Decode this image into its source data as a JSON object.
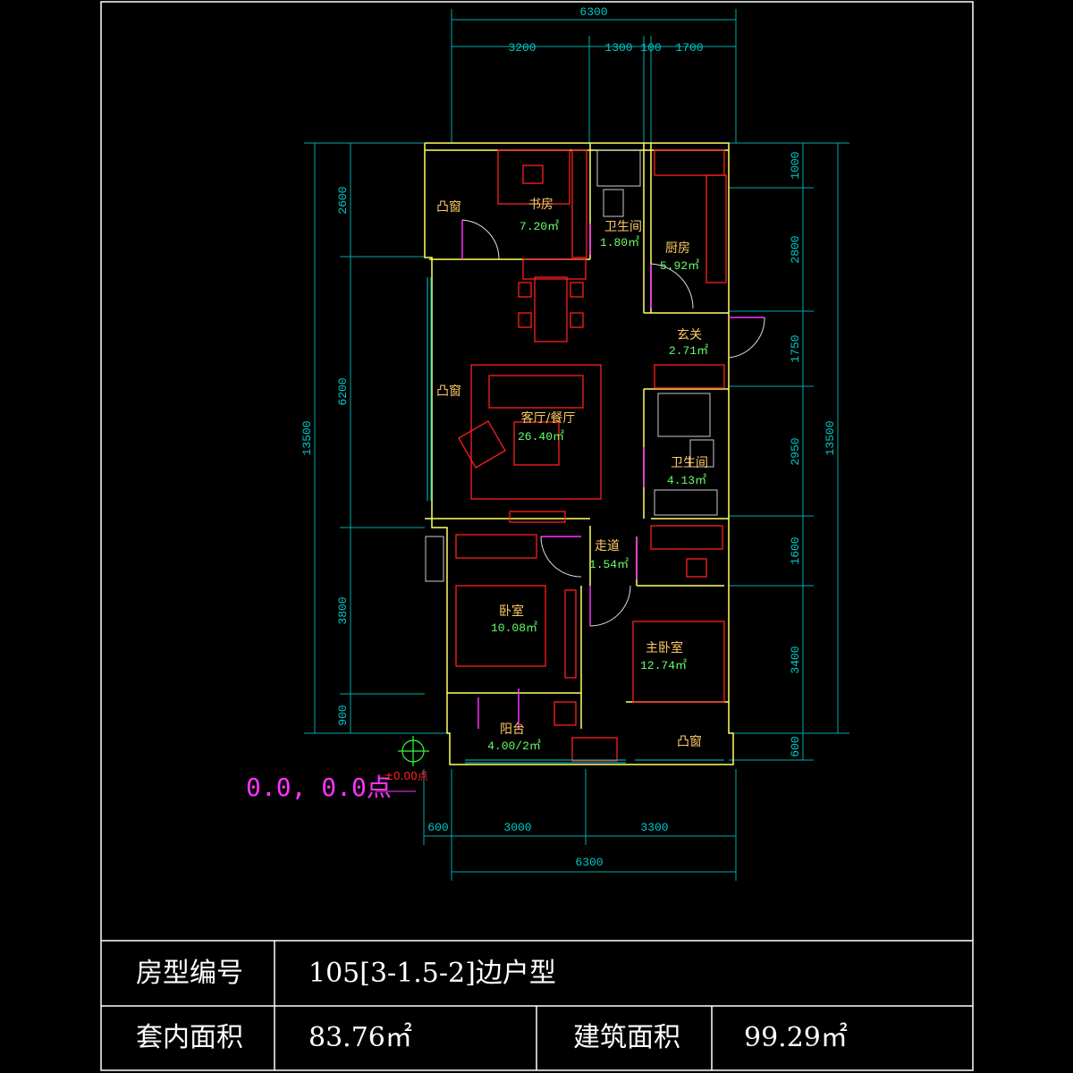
{
  "dimensions": {
    "top_total": "6300",
    "top_segments": [
      "3200",
      "1300",
      "100",
      "1700"
    ],
    "bottom_total": "6300",
    "bottom_segments": [
      "600",
      "3000",
      "3300"
    ],
    "left_total": "13500",
    "left_segments": [
      "2600",
      "6200",
      "3800",
      "900"
    ],
    "right_total": "13500",
    "right_segments": [
      "1000",
      "2800",
      "1750",
      "2950",
      "1600",
      "3400",
      "600"
    ]
  },
  "rooms": {
    "study": {
      "name": "书房",
      "area": "7.20㎡"
    },
    "wc_small": {
      "name": "卫生间",
      "area": "1.80㎡"
    },
    "kitchen": {
      "name": "厨房",
      "area": "5.92㎡"
    },
    "foyer": {
      "name": "玄关",
      "area": "2.71㎡"
    },
    "living": {
      "name": "客厅/餐厅",
      "area": "26.40㎡"
    },
    "wc_large": {
      "name": "卫生间",
      "area": "4.13㎡"
    },
    "corridor": {
      "name": "走道",
      "area": "1.54㎡"
    },
    "bedroom": {
      "name": "卧室",
      "area": "10.08㎡"
    },
    "master": {
      "name": "主卧室",
      "area": "12.74㎡"
    },
    "balcony": {
      "name": "阳台",
      "area": "4.00/2㎡"
    }
  },
  "bay_windows": {
    "study": "凸窗",
    "living": "凸窗",
    "master": "凸窗"
  },
  "origin": {
    "label": "0.0, 0.0点",
    "small_label": "±0.00点"
  },
  "table": {
    "type_label": "房型编号",
    "type_value": "105[3-1.5-2]边户型",
    "inner_area_label": "套内面积",
    "inner_area_value": "83.76㎡",
    "building_area_label": "建筑面积",
    "building_area_value": "99.29㎡"
  },
  "colors": {
    "background": "#000000",
    "frame": "#ffffff",
    "dimension": "#00c8c8",
    "wall": "#ffff66",
    "furniture": "#ff2020",
    "door": "#ff33ff",
    "room_name": "#ffcc66",
    "room_area": "#66ff66"
  }
}
